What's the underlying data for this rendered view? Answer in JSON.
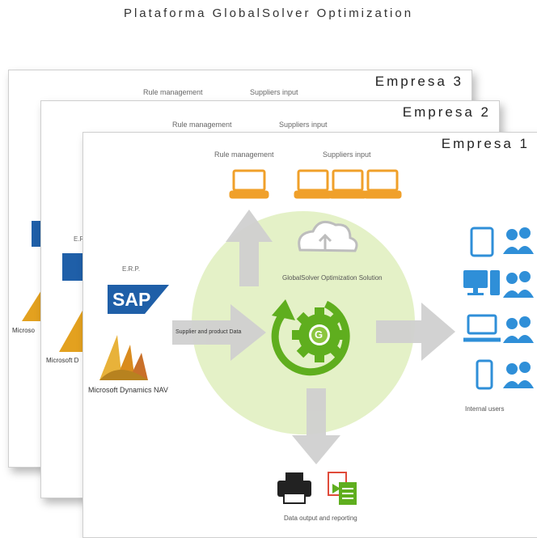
{
  "title": "Plataforma GlobalSolver Optimization",
  "companies": [
    {
      "label": "Empresa 3",
      "rule_management": "Rule management",
      "suppliers_input": "Suppliers input"
    },
    {
      "label": "Empresa 2",
      "rule_management": "Rule management",
      "suppliers_input": "Suppliers input"
    },
    {
      "label": "Empresa 1",
      "rule_management": "Rule management",
      "suppliers_input": "Suppliers input"
    }
  ],
  "front": {
    "erp_label": "E.R.P.",
    "sap_logo": "SAP",
    "dynamics_logo": "Microsoft Dynamics NAV",
    "supplier_product_data": "Supplier and product Data",
    "solution_label": "GlobalSolver Optimization Solution",
    "gear_letter": "G",
    "internal_users": "Internal users",
    "data_output": "Data output and reporting"
  },
  "partial_texts": {
    "back_dynamics": "Microsoft D",
    "back2_dynamics": "Microsoft D",
    "back3_dynamics": "Microso",
    "back_erp": "E.R"
  },
  "colors": {
    "orange": "#f0a02a",
    "blue": "#2f8fd8",
    "green": "#5fae1e",
    "arrow_grey": "#cfcfcf",
    "sap_blue": "#1f5fa8"
  }
}
